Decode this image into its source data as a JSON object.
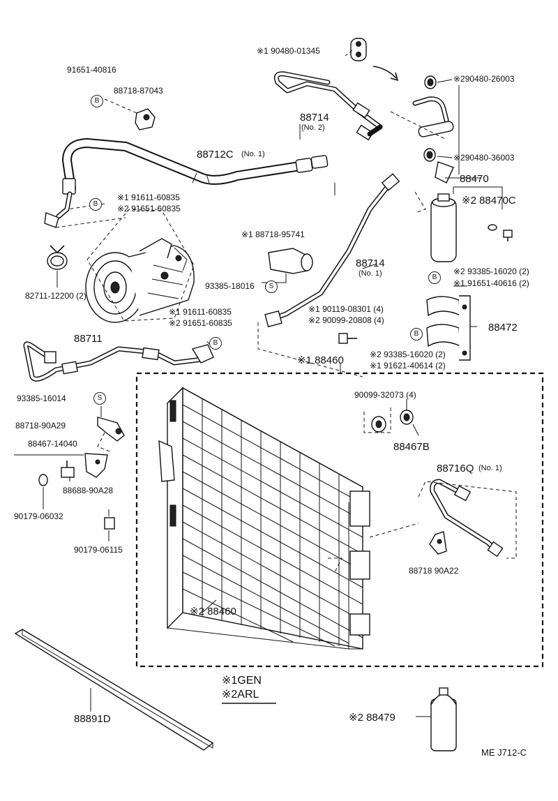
{
  "diagram_code": "ME  J712-C",
  "legend": {
    "line1": "※1GEN",
    "line2": "※2ARL"
  },
  "callouts": [
    {
      "id": "p01",
      "text": "※1 90480-01345"
    },
    {
      "id": "p02",
      "text": "91651-40816"
    },
    {
      "id": "p03",
      "text": "88718-87043"
    },
    {
      "id": "p04",
      "text": "※290480-26003"
    },
    {
      "id": "p05",
      "text": "88714"
    },
    {
      "id": "p06",
      "text": "(No. 2)"
    },
    {
      "id": "p07",
      "text": "88712C"
    },
    {
      "id": "p08",
      "text": "(No. 1)"
    },
    {
      "id": "p09",
      "text": "※290480-36003"
    },
    {
      "id": "p10",
      "text": "88470"
    },
    {
      "id": "p11",
      "text": "※1 91611-60835"
    },
    {
      "id": "p12",
      "text": "※2 91651-60835"
    },
    {
      "id": "p13",
      "text": "※2 88470C"
    },
    {
      "id": "p14",
      "text": "※1 88718-95741"
    },
    {
      "id": "p15",
      "text": "88714"
    },
    {
      "id": "p16",
      "text": "(No. 1)"
    },
    {
      "id": "p17",
      "text": "93385-18016"
    },
    {
      "id": "p18",
      "text": "82711-12200 (2)"
    },
    {
      "id": "p19",
      "text": "※2 93385-16020 (2)"
    },
    {
      "id": "p20",
      "text": "※1 91651-40616 (2)"
    },
    {
      "id": "p21",
      "text": "※1 91611-60835"
    },
    {
      "id": "p22",
      "text": "※2 91651-60835"
    },
    {
      "id": "p23",
      "text": "※1 90119-08301 (4)"
    },
    {
      "id": "p24",
      "text": "※2 90099-20808 (4)"
    },
    {
      "id": "p25",
      "text": "88472"
    },
    {
      "id": "p26",
      "text": "88711"
    },
    {
      "id": "p27",
      "text": "※2 93385-16020 (2)"
    },
    {
      "id": "p28",
      "text": "※1 91621-40614 (2)"
    },
    {
      "id": "p29",
      "text": "※1 88460"
    },
    {
      "id": "p30",
      "text": "93385-16014"
    },
    {
      "id": "p31",
      "text": "90099-32073 (4)"
    },
    {
      "id": "p32",
      "text": "88718-90A29"
    },
    {
      "id": "p33",
      "text": "88467-14040"
    },
    {
      "id": "p34",
      "text": "88467B"
    },
    {
      "id": "p35",
      "text": "88716Q"
    },
    {
      "id": "p36",
      "text": "(No. 1)"
    },
    {
      "id": "p37",
      "text": "88688-90A28"
    },
    {
      "id": "p38",
      "text": "90179-06032"
    },
    {
      "id": "p39",
      "text": "90179-06115"
    },
    {
      "id": "p40",
      "text": "88718 90A22"
    },
    {
      "id": "p41",
      "text": "※2 88460"
    },
    {
      "id": "p42",
      "text": "88891D"
    },
    {
      "id": "p43",
      "text": "※2 88479"
    }
  ],
  "markers": [
    {
      "id": "m1",
      "text": "B"
    },
    {
      "id": "m2",
      "text": "B"
    },
    {
      "id": "m3",
      "text": "S"
    },
    {
      "id": "m4",
      "text": "B"
    },
    {
      "id": "m5",
      "text": "B"
    },
    {
      "id": "m6",
      "text": "B"
    },
    {
      "id": "m7",
      "text": "S"
    }
  ]
}
